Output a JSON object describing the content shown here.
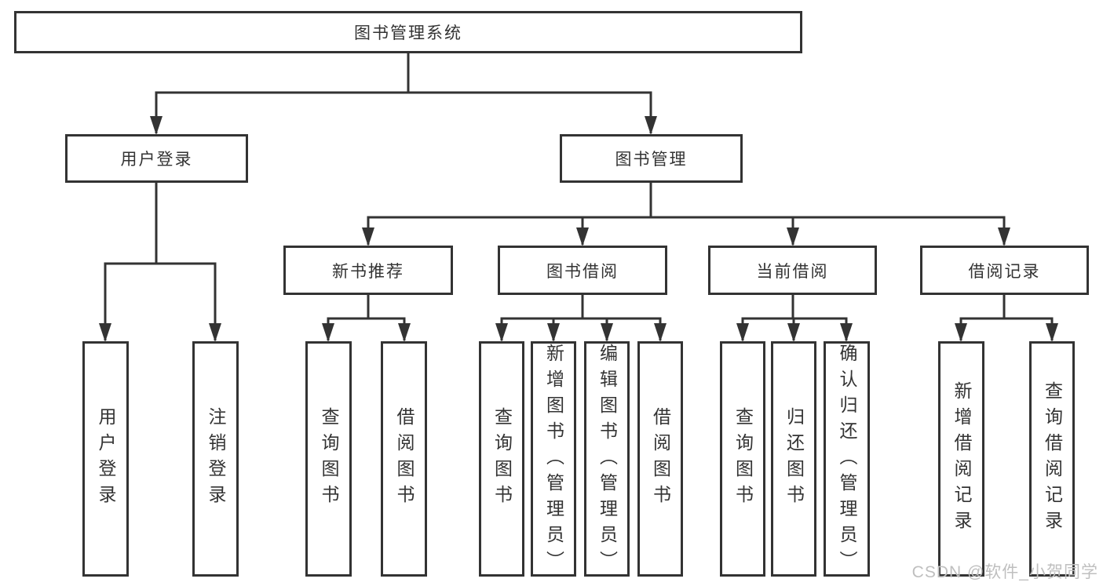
{
  "watermark": "CSDN @软件_小贺同学",
  "colors": {
    "line": "#333333",
    "text": "#333333",
    "box_border": "#333333",
    "background": "#ffffff",
    "watermark": "#bfbfbf"
  },
  "tree": {
    "root": {
      "label": "图书管理系统"
    },
    "children": [
      {
        "label": "用户登录",
        "children": [
          {
            "label": "用户登录"
          },
          {
            "label": "注销登录"
          }
        ]
      },
      {
        "label": "图书管理",
        "children": [
          {
            "label": "新书推荐",
            "children": [
              {
                "label": "查询图书"
              },
              {
                "label": "借阅图书"
              }
            ]
          },
          {
            "label": "图书借阅",
            "children": [
              {
                "label": "查询图书"
              },
              {
                "label": "新增图书（管理员）"
              },
              {
                "label": "编辑图书（管理员）"
              },
              {
                "label": "借阅图书"
              }
            ]
          },
          {
            "label": "当前借阅",
            "children": [
              {
                "label": "查询图书"
              },
              {
                "label": "归还图书"
              },
              {
                "label": "确认归还（管理员）"
              }
            ]
          },
          {
            "label": "借阅记录",
            "children": [
              {
                "label": "新增借阅记录"
              },
              {
                "label": "查询借阅记录"
              }
            ]
          }
        ]
      }
    ]
  }
}
